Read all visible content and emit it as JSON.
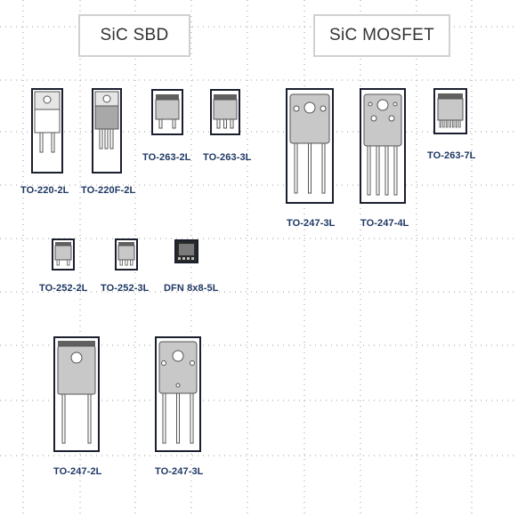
{
  "headers": {
    "sbd": "SiC SBD",
    "mosfet": "SiC MOSFET"
  },
  "packages": {
    "to220_2l": "TO-220-2L",
    "to220f_2l": "TO-220F-2L",
    "to263_2l": "TO-263-2L",
    "to263_3l": "TO-263-3L",
    "mos_to247_3l": "TO-247-3L",
    "mos_to247_4l": "TO-247-4L",
    "mos_to263_7l": "TO-263-7L",
    "to252_2l": "TO-252-2L",
    "to252_3l": "TO-252-3L",
    "dfn8x8": "DFN 8x8-5L",
    "to247_2l": "TO-247-2L",
    "to247_3l": "TO-247-3L"
  },
  "colors": {
    "frame": "#1a1f2e",
    "body_fill": "#c8c8c8",
    "tab_fill": "#e6e6e6",
    "label": "#1f3864",
    "grid_dot": "#9a9a9a"
  }
}
